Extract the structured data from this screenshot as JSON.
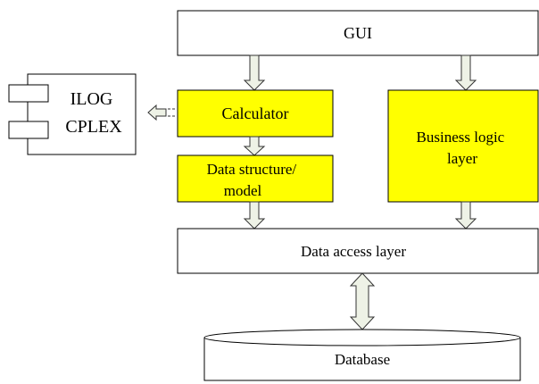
{
  "diagram": {
    "gui": "GUI",
    "calculator": "Calculator",
    "data_structure": [
      "Data structure/",
      "model"
    ],
    "business_logic": [
      "Business logic",
      "layer"
    ],
    "data_access": "Data access layer",
    "database": "Database",
    "ilog_cplex": [
      "ILOG",
      "CPLEX"
    ]
  },
  "colors": {
    "highlight": "#ffff00",
    "arrow_fill": "#eef2e6",
    "stroke": "#000000"
  }
}
